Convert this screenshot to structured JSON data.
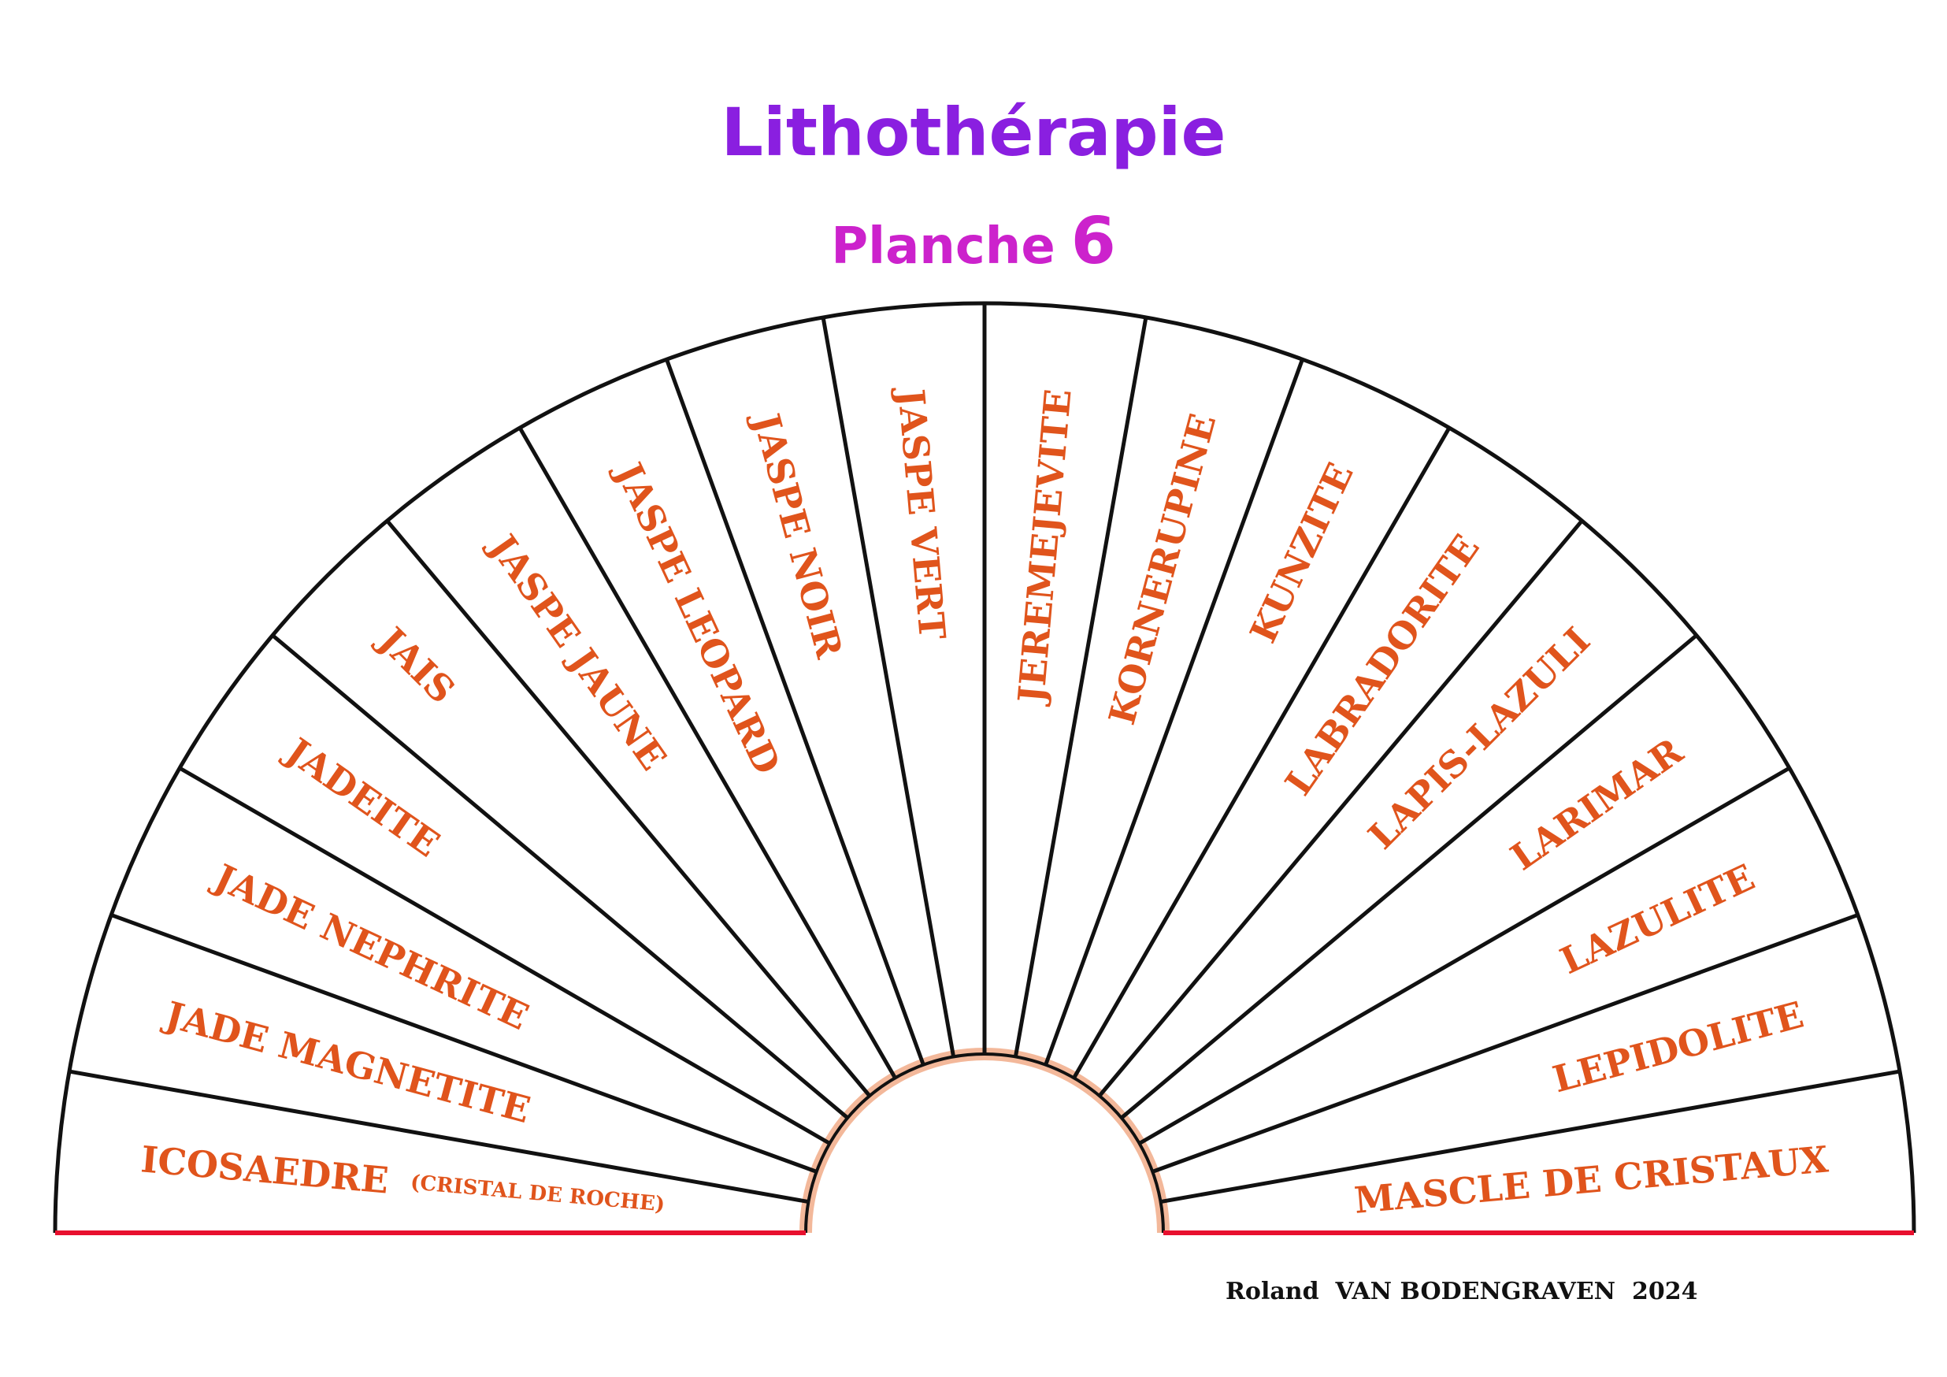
{
  "header": {
    "title": "Lithothérapie",
    "subtitle_word": "Planche",
    "subtitle_number": "6"
  },
  "colors": {
    "title": "#8a1fe0",
    "subtitle": "#cc22cc",
    "label": "#e0541c",
    "line": "#111111",
    "base_line": "#e8102e",
    "inner_arc": "#f3b89a"
  },
  "sectors": [
    {
      "label": "ICOSAEDRE",
      "note": "(CRISTAL DE ROCHE)"
    },
    {
      "label": "JADE MAGNETITE"
    },
    {
      "label": "JADE NEPHRITE"
    },
    {
      "label": "JADEITE"
    },
    {
      "label": "JAIS"
    },
    {
      "label": "JASPE JAUNE"
    },
    {
      "label": "JASPE LEOPARD"
    },
    {
      "label": "JASPE NOIR"
    },
    {
      "label": "JASPE VERT"
    },
    {
      "label": "JEREMEJEVITE"
    },
    {
      "label": "KORNERUPINE"
    },
    {
      "label": "KUNZITE"
    },
    {
      "label": "LABRADORITE"
    },
    {
      "label": "LAPIS-LAZULI"
    },
    {
      "label": "LARIMAR"
    },
    {
      "label": "LAZULITE"
    },
    {
      "label": "LEPIDOLITE"
    },
    {
      "label": "MASCLE DE CRISTAUX"
    }
  ],
  "credit": "Roland  VAN BODENGRAVEN  2024"
}
